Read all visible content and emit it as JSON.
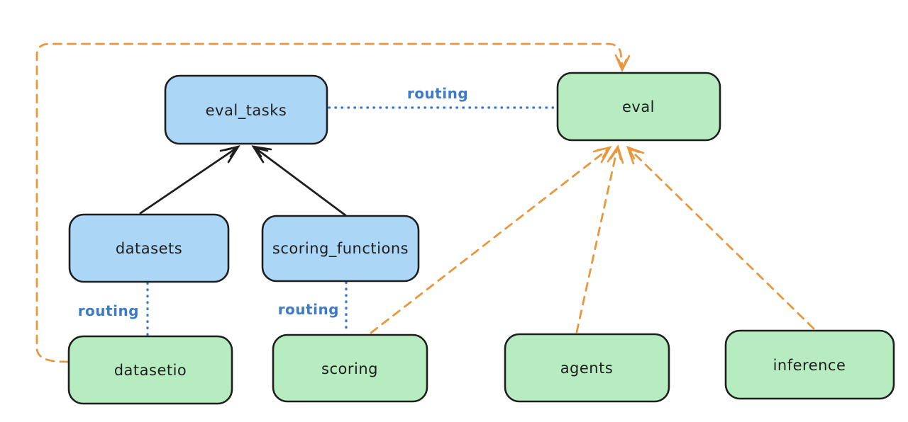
{
  "diagram_type": "architecture-flow",
  "colors": {
    "background": "#ffffff",
    "node_blue_fill": "#abd6f6",
    "node_green_fill": "#b7ecc1",
    "node_stroke": "#1e1e1e",
    "solid_arrow": "#1e1e1e",
    "dashed_arrow_orange": "#e9973c",
    "routing_blue": "#3d7bc9"
  },
  "nodes": {
    "eval_tasks": {
      "label": "eval_tasks",
      "color": "blue"
    },
    "eval": {
      "label": "eval",
      "color": "green"
    },
    "datasets": {
      "label": "datasets",
      "color": "blue"
    },
    "scoring_functions": {
      "label": "scoring_functions",
      "color": "blue"
    },
    "datasetio": {
      "label": "datasetio",
      "color": "green"
    },
    "scoring": {
      "label": "scoring",
      "color": "green"
    },
    "agents": {
      "label": "agents",
      "color": "green"
    },
    "inference": {
      "label": "inference",
      "color": "green"
    }
  },
  "edges": [
    {
      "from": "datasets",
      "to": "eval_tasks",
      "style": "solid",
      "color": "black",
      "arrow": true
    },
    {
      "from": "scoring_functions",
      "to": "eval_tasks",
      "style": "solid",
      "color": "black",
      "arrow": true
    },
    {
      "from": "eval_tasks",
      "to": "eval",
      "style": "dotted",
      "color": "blue",
      "arrow": false,
      "label": "routing"
    },
    {
      "from": "datasets",
      "to": "datasetio",
      "style": "dotted",
      "color": "blue",
      "arrow": false,
      "label": "routing"
    },
    {
      "from": "scoring_functions",
      "to": "scoring",
      "style": "dotted",
      "color": "blue",
      "arrow": false,
      "label": "routing"
    },
    {
      "from": "scoring",
      "to": "eval",
      "style": "dashed",
      "color": "orange",
      "arrow": true
    },
    {
      "from": "agents",
      "to": "eval",
      "style": "dashed",
      "color": "orange",
      "arrow": true
    },
    {
      "from": "inference",
      "to": "eval",
      "style": "dashed",
      "color": "orange",
      "arrow": true
    },
    {
      "from": "datasetio",
      "to": "eval",
      "style": "dashed",
      "color": "orange",
      "arrow": true,
      "route": "around-left-and-top"
    }
  ]
}
